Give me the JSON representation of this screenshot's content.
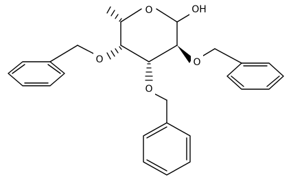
{
  "atoms": {
    "ring_oxygen": "O",
    "hydroxyl": "OH",
    "ether_oxygen_c4": "O",
    "ether_oxygen_c2": "O",
    "ether_oxygen_c3": "O"
  }
}
